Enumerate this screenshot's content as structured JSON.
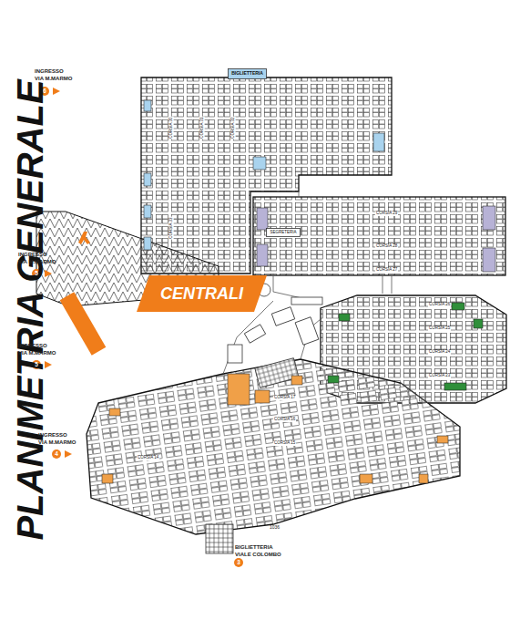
{
  "diagram": {
    "title": "PLANIMETRIA GENERALE",
    "nodes": [
      {
        "text": [
          "BIGLIETTERIA"
        ]
      },
      {
        "text": [
          "CENTRALI"
        ]
      },
      {
        "text": [
          "SEGRETERIA"
        ]
      }
    ],
    "labels": [
      "INGRESSO",
      "VIA M.MARMO",
      "6",
      "INGRESSO",
      "VIA M.MARMO",
      "5",
      "INGRESSO",
      "VIA M.MARMO",
      "5",
      "INGRESSO",
      "VIA M.MARMO",
      "4",
      "BIGLIETTERIA",
      "VIALE COLOMBO",
      "3",
      "1036",
      "CORSIA 27",
      "CORSIA 28",
      "CORSIA 29",
      "CORSIA 23",
      "CORSIA 24",
      "CORSIA 25",
      "CORSIA 26",
      "CORSIA 14",
      "CORSIA 15",
      "CORSIA 16",
      "CORSIA 17",
      "CORSIA 30",
      "CORSIA 31",
      "CORSIA 32",
      "CORSIA 33"
    ]
  }
}
